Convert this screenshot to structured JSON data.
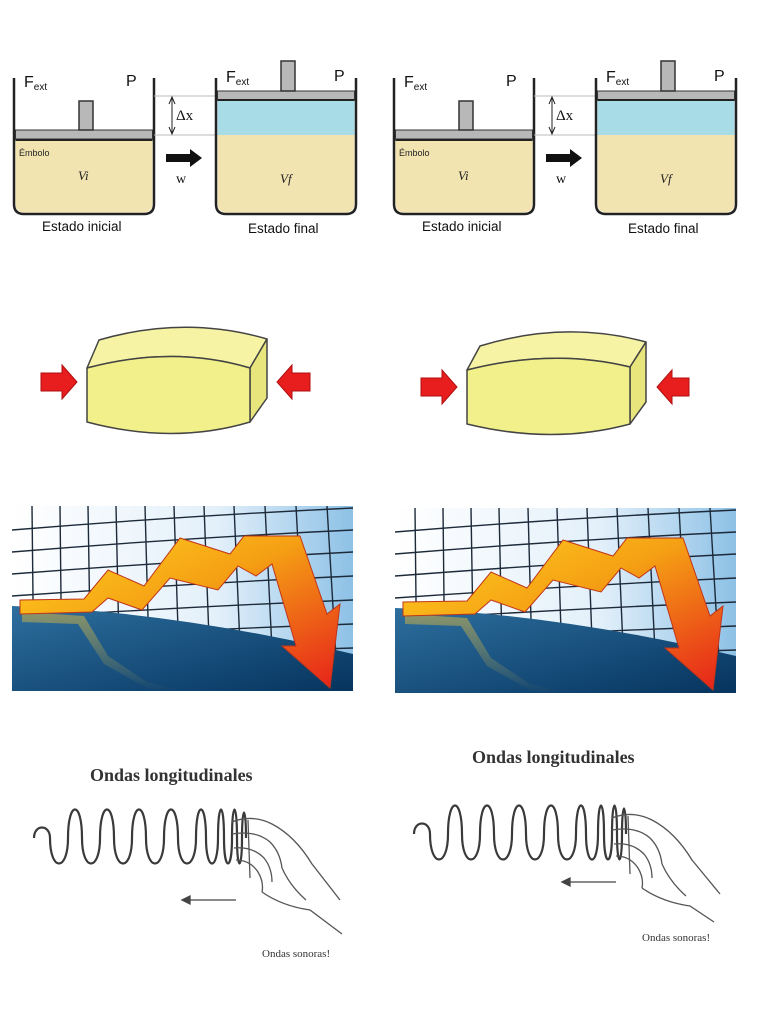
{
  "piston_diagram": {
    "fext_main": "F",
    "fext_sub": "ext",
    "pressure": "P",
    "embolo": "Émbolo",
    "vi": "Vi",
    "vf": "Vf",
    "work": "w",
    "delta_x": "Δx",
    "initial_caption": "Estado inicial",
    "final_caption": "Estado final",
    "colors": {
      "liquid": "#f2e4b1",
      "gas": "#a8dde8",
      "piston": "#b8b8b8"
    }
  },
  "compression": {
    "colors": {
      "block": "#f2f08a",
      "arrow": "#e81d1d"
    }
  },
  "trend_chart": {
    "colors": {
      "arrow_start": "#ffd21f",
      "arrow_end": "#e6201a",
      "sky": "#cfe6f6",
      "floor": "#0d4f84"
    }
  },
  "waves": {
    "title": "Ondas longitudinales",
    "note": "Ondas sonoras!"
  }
}
